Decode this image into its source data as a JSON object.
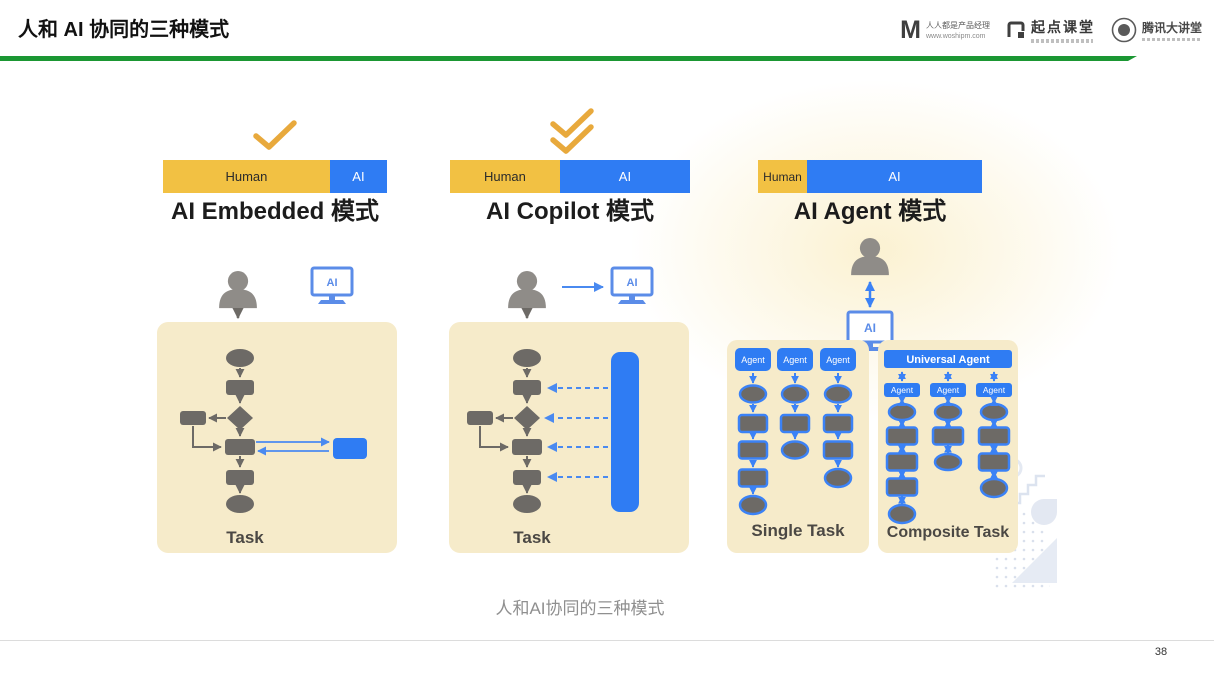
{
  "header": {
    "title": "人和 AI 协同的三种模式",
    "logos": {
      "woshipm": {
        "brand": "人人都是产品经理",
        "site": "www.woshipm.com"
      },
      "qidian": {
        "brand": "起点课堂"
      },
      "tencent": {
        "brand": "腾讯大讲堂"
      }
    }
  },
  "modes": [
    {
      "title": "AI Embedded 模式",
      "human_label": "Human",
      "ai_label": "AI",
      "human_pct": 74.5,
      "ai_pct": 25.5,
      "checkmarks": 1
    },
    {
      "title": "AI Copilot 模式",
      "human_label": "Human",
      "ai_label": "AI",
      "human_pct": 45.8,
      "ai_pct": 54.2,
      "checkmarks": 2
    },
    {
      "title": "AI Agent 模式",
      "human_label": "Human",
      "ai_label": "AI",
      "human_pct": 21.9,
      "ai_pct": 78.1,
      "checkmarks": 0
    }
  ],
  "diagrams": {
    "embedded": {
      "screen_label": "AI",
      "task_label": "Task"
    },
    "copilot": {
      "screen_label": "AI",
      "task_label": "Task"
    },
    "agent": {
      "screen_label": "AI",
      "agent_label": "Agent",
      "universal_agent_label": "Universal Agent",
      "single_task_label": "Single Task",
      "composite_task_label": "Composite Task"
    }
  },
  "caption": "人和AI协同的三种模式",
  "footer": {
    "page_number": "38"
  },
  "colors": {
    "accent_green": "#1B9733",
    "human_yellow": "#F2C143",
    "ai_blue": "#2F7CF3",
    "panel_tan": "#F6EBCA",
    "shape_gray": "#6D6A66",
    "check_amber": "#E8A93C",
    "monitor_blue": "#5B8CE8"
  }
}
